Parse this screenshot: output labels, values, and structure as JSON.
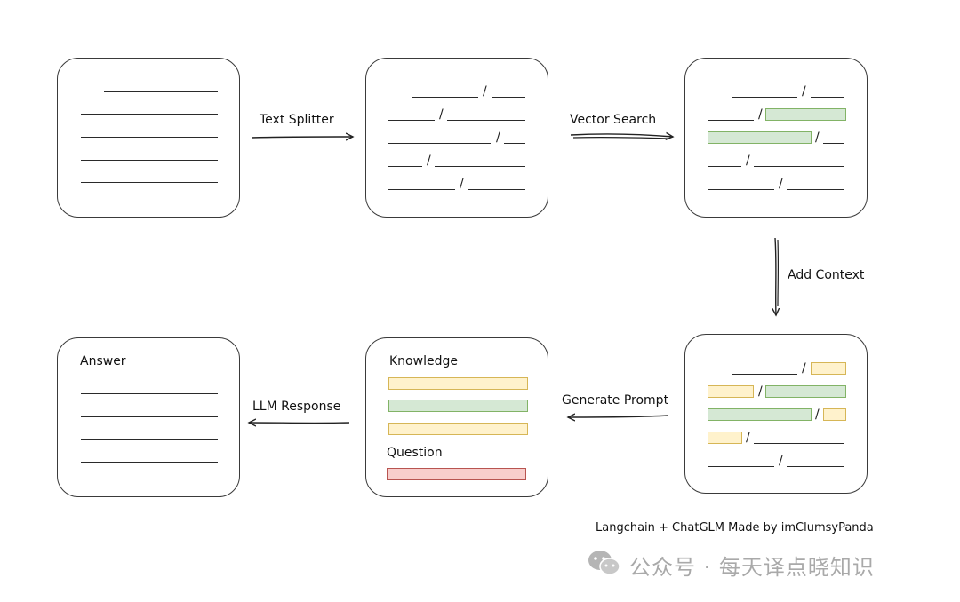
{
  "edges": {
    "text_splitter": "Text Splitter",
    "vector_search": "Vector Search",
    "add_context": "Add Context",
    "generate_prompt": "Generate Prompt",
    "llm_response": "LLM Response"
  },
  "cards": {
    "answer_title": "Answer",
    "knowledge_title": "Knowledge",
    "question_title": "Question"
  },
  "footer": {
    "credit": "Langchain + ChatGLM Made by imClumsyPanda",
    "watermark": "公众号 · 每天译点晓知识"
  },
  "icons": {
    "wechat": "wechat-icon"
  },
  "colors": {
    "green_fill": "#d5e8d4",
    "green_border": "#82b366",
    "yellow_fill": "#fff2cc",
    "yellow_border": "#d6b656",
    "red_fill": "#f8cecc",
    "red_border": "#b85450"
  }
}
